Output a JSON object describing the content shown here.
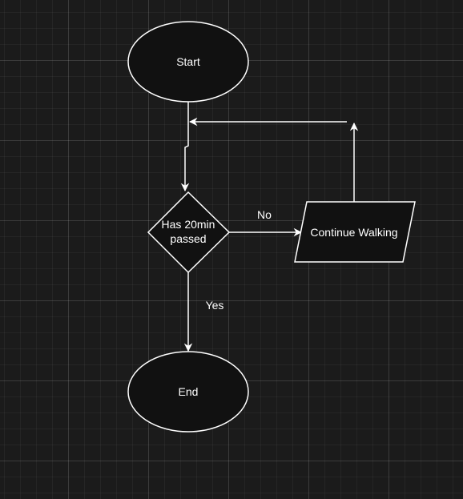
{
  "diagram": {
    "colors": {
      "background": "#1b1b1b",
      "shape_fill": "#111111",
      "stroke": "#ffffff",
      "text": "#ffffff"
    },
    "nodes": {
      "start": {
        "label": "Start",
        "shape": "ellipse"
      },
      "decision": {
        "label_line1": "Has 20min",
        "label_line2": "passed",
        "shape": "diamond"
      },
      "process": {
        "label": "Continue Walking",
        "shape": "parallelogram"
      },
      "end": {
        "label": "End",
        "shape": "ellipse"
      }
    },
    "edges": {
      "no_label": "No",
      "yes_label": "Yes"
    }
  }
}
